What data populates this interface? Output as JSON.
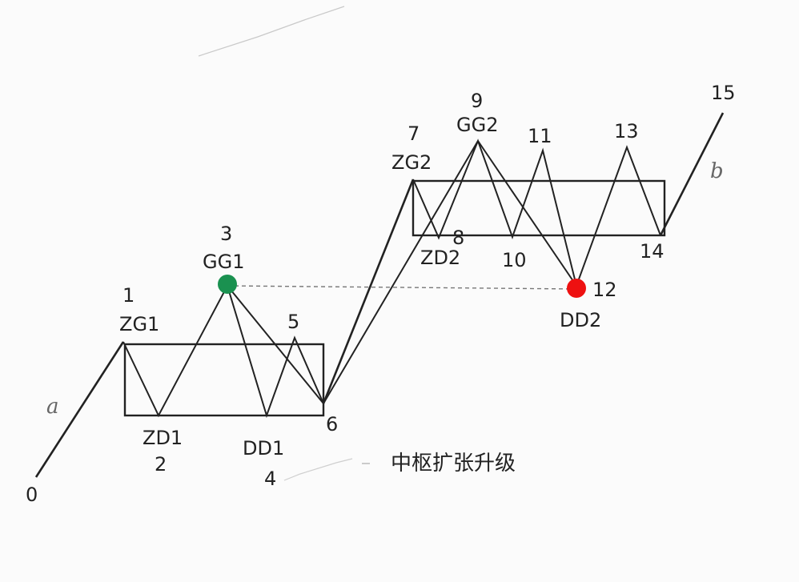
{
  "title": "中枢扩张升级",
  "legs": {
    "a": "a",
    "b": "b"
  },
  "points": [
    {
      "id": "0",
      "label": "0"
    },
    {
      "id": "1",
      "label": "1",
      "tag": "ZG1"
    },
    {
      "id": "2",
      "label": "2",
      "tag": "ZD1"
    },
    {
      "id": "3",
      "label": "3",
      "tag": "GG1"
    },
    {
      "id": "4",
      "label": "4",
      "tag": "DD1"
    },
    {
      "id": "5",
      "label": "5"
    },
    {
      "id": "6",
      "label": "6"
    },
    {
      "id": "7",
      "label": "7",
      "tag": "ZG2"
    },
    {
      "id": "8",
      "label": "8",
      "tag": "ZD2"
    },
    {
      "id": "9",
      "label": "9",
      "tag": "GG2"
    },
    {
      "id": "10",
      "label": "10"
    },
    {
      "id": "11",
      "label": "11"
    },
    {
      "id": "12",
      "label": "12",
      "tag": "DD2"
    },
    {
      "id": "13",
      "label": "13"
    },
    {
      "id": "14",
      "label": "14"
    },
    {
      "id": "15",
      "label": "15"
    }
  ],
  "colors": {
    "gg1_dot": "#1a9150",
    "dd2_dot": "#ee1111",
    "line": "#222222"
  }
}
